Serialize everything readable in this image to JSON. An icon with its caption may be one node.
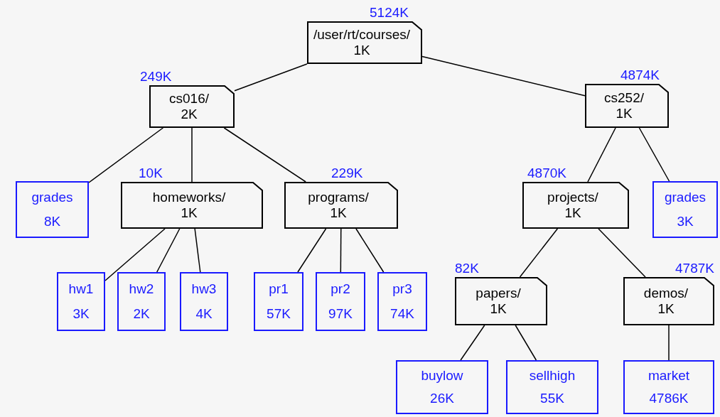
{
  "diagram": {
    "nodes": [
      {
        "text": [
          "/user/rt/courses/",
          "1K"
        ],
        "beside": [
          "5124K"
        ]
      },
      {
        "text": [
          "cs016/",
          "2K"
        ],
        "beside": [
          "249K"
        ]
      },
      {
        "text": [
          "grades",
          "8K"
        ]
      },
      {
        "text": [
          "homeworks/",
          "1K"
        ],
        "beside": [
          "10K"
        ]
      },
      {
        "text": [
          "programs/",
          "1K"
        ],
        "beside": [
          "229K"
        ]
      },
      {
        "text": [
          "hw1",
          "3K"
        ]
      },
      {
        "text": [
          "hw2",
          "2K"
        ]
      },
      {
        "text": [
          "hw3",
          "4K"
        ]
      },
      {
        "text": [
          "pr1",
          "57K"
        ]
      },
      {
        "text": [
          "pr2",
          "97K"
        ]
      },
      {
        "text": [
          "pr3",
          "74K"
        ]
      },
      {
        "text": [
          "cs252/",
          "1K"
        ],
        "beside": [
          "4874K"
        ]
      },
      {
        "text": [
          "projects/",
          "1K"
        ],
        "beside": [
          "4870K"
        ]
      },
      {
        "text": [
          "grades",
          "3K"
        ]
      },
      {
        "text": [
          "papers/",
          "1K"
        ],
        "beside": [
          "82K"
        ]
      },
      {
        "text": [
          "demos/",
          "1K"
        ],
        "beside": [
          "4787K"
        ]
      },
      {
        "text": [
          "buylow",
          "26K"
        ]
      },
      {
        "text": [
          "sellhigh",
          "55K"
        ]
      },
      {
        "text": [
          "market",
          "4786K"
        ]
      }
    ],
    "edges": [
      {
        "from": 0,
        "to": 1,
        "arrow": "none"
      },
      {
        "from": 0,
        "to": 11,
        "arrow": "none"
      },
      {
        "from": 1,
        "to": 2,
        "arrow": "none"
      },
      {
        "from": 1,
        "to": 3,
        "arrow": "none"
      },
      {
        "from": 1,
        "to": 4,
        "arrow": "none"
      },
      {
        "from": 3,
        "to": 5,
        "arrow": "none"
      },
      {
        "from": 3,
        "to": 6,
        "arrow": "none"
      },
      {
        "from": 3,
        "to": 7,
        "arrow": "none"
      },
      {
        "from": 4,
        "to": 8,
        "arrow": "none"
      },
      {
        "from": 4,
        "to": 9,
        "arrow": "none"
      },
      {
        "from": 4,
        "to": 10,
        "arrow": "none"
      },
      {
        "from": 11,
        "to": 12,
        "arrow": "none"
      },
      {
        "from": 11,
        "to": 13,
        "arrow": "none"
      },
      {
        "from": 12,
        "to": 14,
        "arrow": "none"
      },
      {
        "from": 12,
        "to": 15,
        "arrow": "none"
      },
      {
        "from": 14,
        "to": 16,
        "arrow": "none"
      },
      {
        "from": 14,
        "to": 17,
        "arrow": "none"
      },
      {
        "from": 15,
        "to": 18,
        "arrow": "none"
      }
    ]
  }
}
